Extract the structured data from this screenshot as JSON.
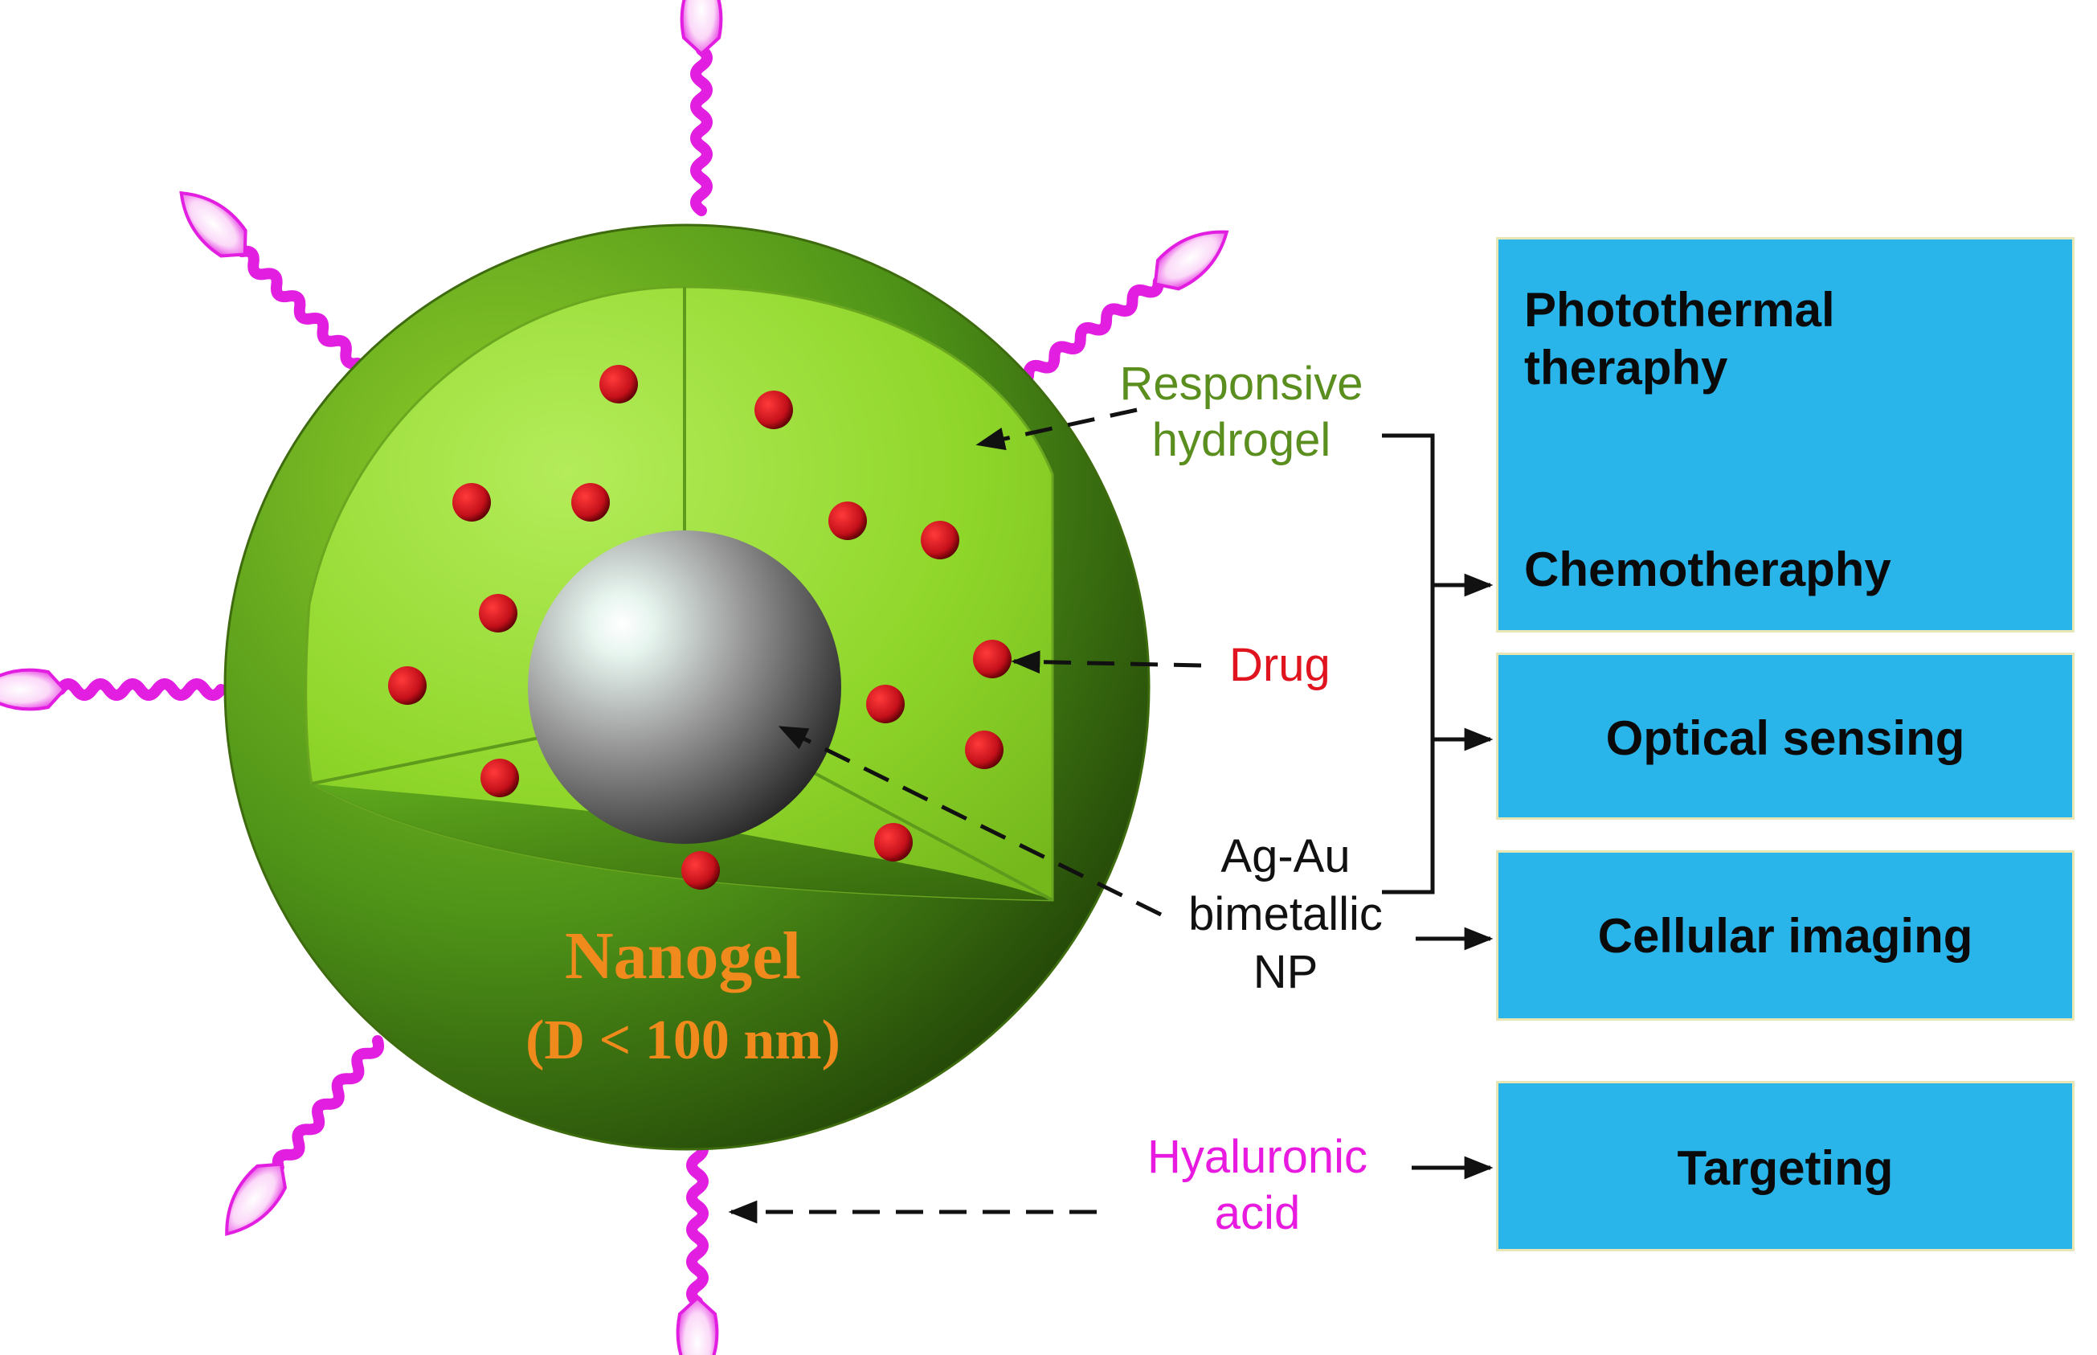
{
  "colors": {
    "shell": "#4f8f1a",
    "inner": "#8fd62a",
    "drug": "#d4141a",
    "core": "#8a8a8a",
    "ligand": "#e21ee0",
    "box": "#29b4ea"
  },
  "icons": [
    "nanogel-sphere",
    "drug-dot",
    "bimetallic-core",
    "hyaluronic-acid-chain"
  ],
  "labels": {
    "responsive": [
      "Responsive",
      "hydrogel"
    ],
    "drug": "Drug",
    "np": [
      "Ag-Au",
      "bimetallic",
      "NP"
    ],
    "ha": [
      "Hyaluronic",
      "acid"
    ],
    "nanogel_title": "Nanogel",
    "nanogel_size": "(D < 100 nm)"
  },
  "applications": {
    "photothermal": [
      "Photothermal",
      "theraphy"
    ],
    "chemo": "Chemotheraphy",
    "optical": "Optical sensing",
    "imaging": "Cellular imaging",
    "targeting": "Targeting"
  }
}
